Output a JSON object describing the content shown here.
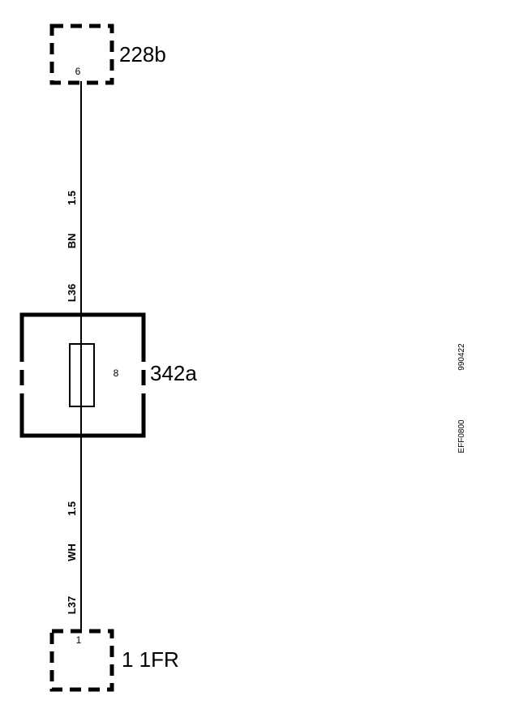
{
  "components": {
    "top_connector": {
      "id": "228b",
      "pin": "6"
    },
    "fuse": {
      "id": "342a",
      "pin": "8"
    },
    "bottom_connector": {
      "id": "1 1FR",
      "pin": "1"
    }
  },
  "wires": {
    "upper": {
      "size": "1.5",
      "color": "BN",
      "code": "L36"
    },
    "lower": {
      "size": "1.5",
      "color": "WH",
      "code": "L37"
    }
  },
  "reference": {
    "number": "990422",
    "code": "EFF0800"
  }
}
